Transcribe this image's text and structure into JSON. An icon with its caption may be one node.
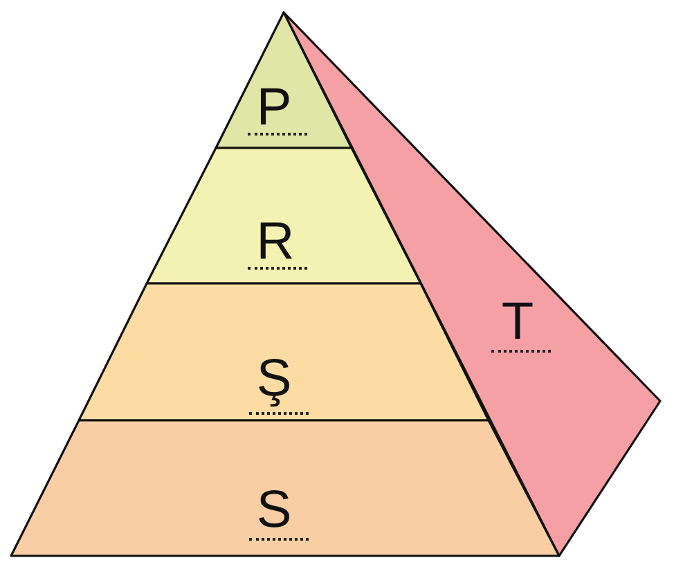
{
  "diagram": {
    "nodes": [
      {
        "text": [
          "P"
        ]
      },
      {
        "text": [
          "R"
        ]
      },
      {
        "text": [
          "Ş"
        ]
      },
      {
        "text": [
          "S"
        ]
      },
      {
        "text": [
          "T"
        ]
      }
    ]
  }
}
